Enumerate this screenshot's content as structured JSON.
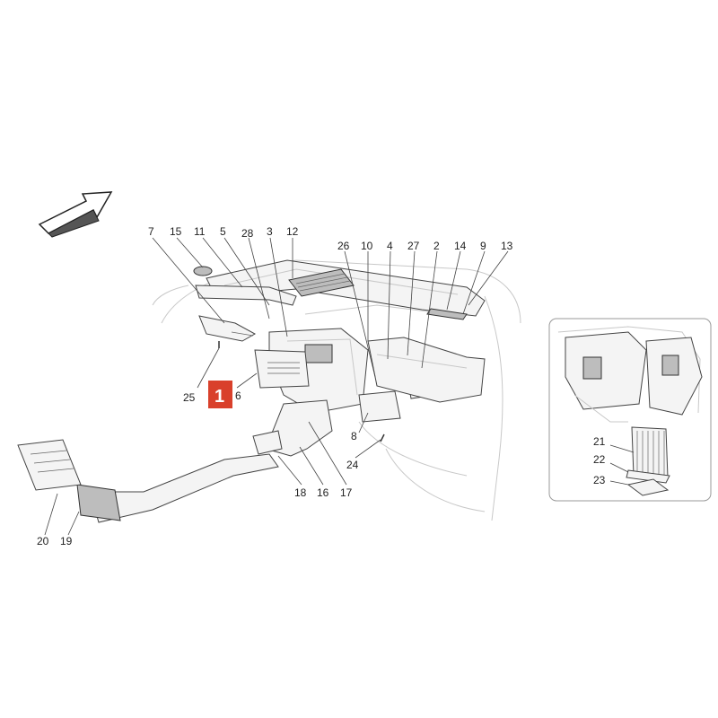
{
  "badge": {
    "label": "1",
    "color": "#d9402b"
  },
  "callouts": [
    "7",
    "15",
    "11",
    "5",
    "28",
    "3",
    "12",
    "26",
    "10",
    "4",
    "27",
    "2",
    "14",
    "9",
    "13",
    "25",
    "6",
    "8",
    "24",
    "18",
    "16",
    "17",
    "20",
    "19"
  ],
  "inset": {
    "callouts": [
      "21",
      "22",
      "23"
    ]
  },
  "direction_arrow": "direction-arrow-icon"
}
